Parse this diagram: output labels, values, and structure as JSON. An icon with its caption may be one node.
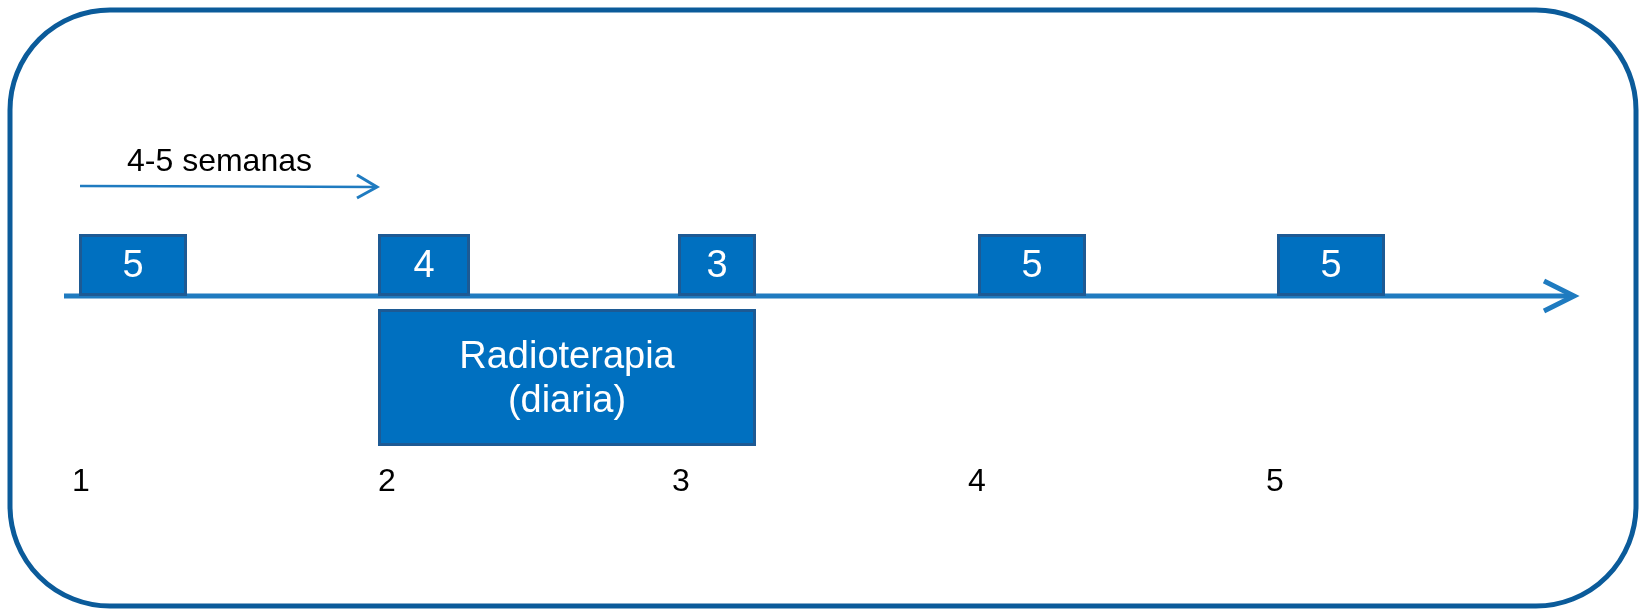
{
  "diagram": {
    "nodes": [
      {
        "text": [
          "5"
        ]
      },
      {
        "text": [
          "4"
        ]
      },
      {
        "text": [
          "3"
        ]
      },
      {
        "text": [
          "5"
        ]
      },
      {
        "text": [
          "5"
        ]
      },
      {
        "text": [
          "Radioterapia (diaria)"
        ]
      }
    ],
    "labels": [
      "4-5 semanas",
      "1",
      "2",
      "3",
      "4",
      "5"
    ]
  }
}
